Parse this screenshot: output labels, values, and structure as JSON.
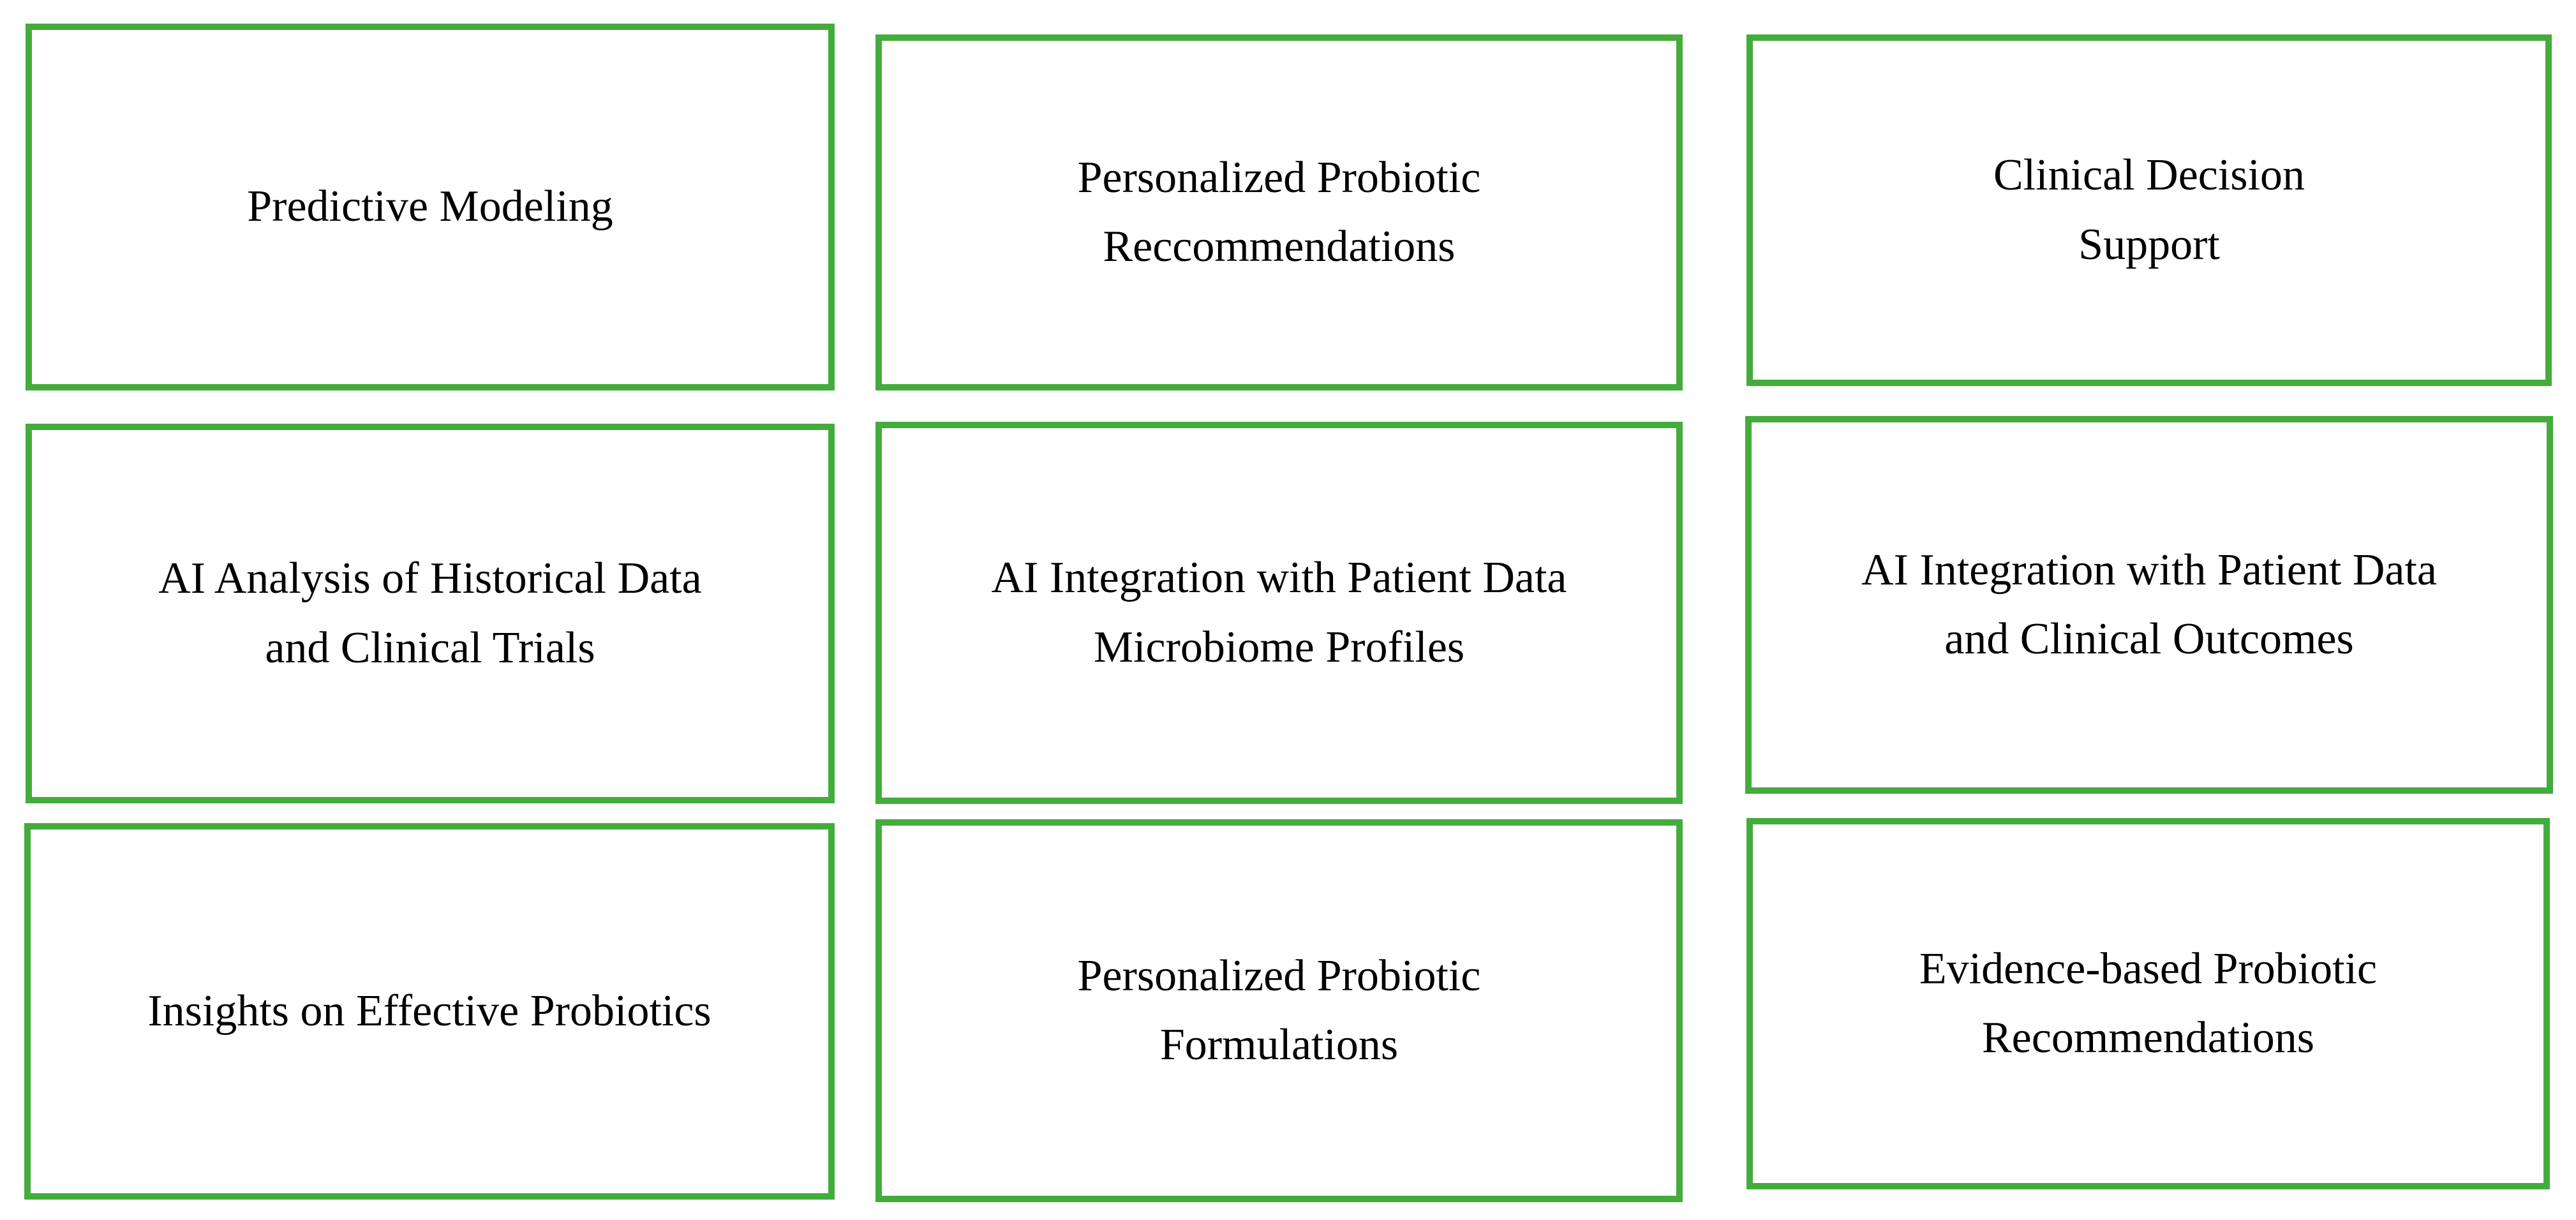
{
  "figure": {
    "background": "#FFFFFF",
    "border_color": "#44AC3C",
    "text_color": "#000000"
  },
  "boxes": [
    {
      "id": "predictive-modeling",
      "text": "Predictive Modeling"
    },
    {
      "id": "personalized-probiotic-reccommendations",
      "text": "Personalized Probiotic\nReccommendations"
    },
    {
      "id": "clinical-decision-support",
      "text": "Clinical Decision\nSupport"
    },
    {
      "id": "ai-analysis-of-historical-data-and-clinical-trials",
      "text": "AI Analysis of Historical Data\nand Clinical Trials"
    },
    {
      "id": "ai-integration-with-patient-data-microbiome-profiles",
      "text": "AI Integration with Patient Data\nMicrobiome Profiles"
    },
    {
      "id": "ai-integration-with-patient-data-and-clinical-outcomes",
      "text": "AI Integration with Patient Data\nand Clinical Outcomes"
    },
    {
      "id": "insights-on-effective-probiotics",
      "text": "Insights on Effective Probiotics"
    },
    {
      "id": "personalized-probiotic-formulations",
      "text": "Personalized Probiotic\nFormulations"
    },
    {
      "id": "evidence-based-probiotic-recommendations",
      "text": "Evidence-based Probiotic\nRecommendations"
    }
  ]
}
